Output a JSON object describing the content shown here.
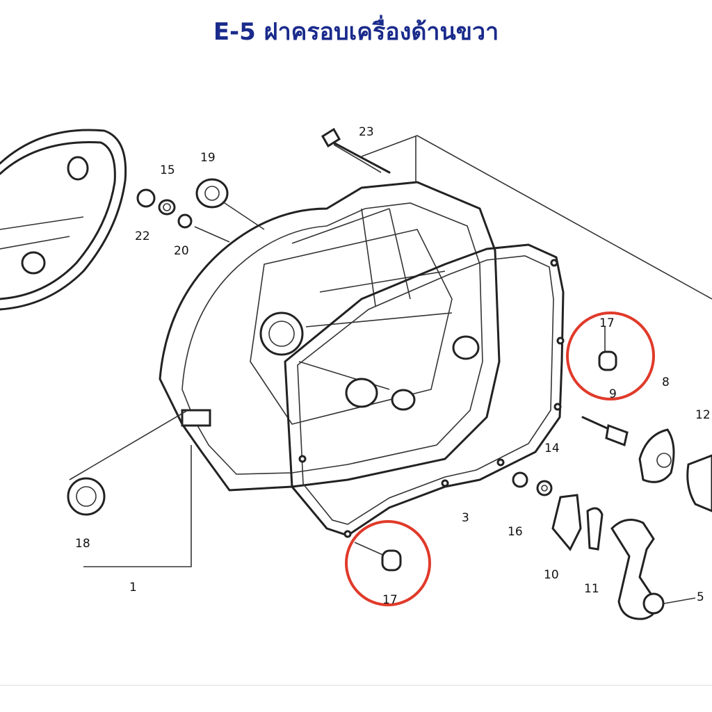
{
  "title": "E-5 ฝาครอบเครื่องด้านขวา",
  "colors": {
    "title": "#1a2b8c",
    "highlight": "#e03a2a",
    "line": "#222222"
  },
  "labels": {
    "p1": "1",
    "p3": "3",
    "p5": "5",
    "p8": "8",
    "p9": "9",
    "p10": "10",
    "p11": "11",
    "p12": "12",
    "p14": "14",
    "p15": "15",
    "p16": "16",
    "p17a": "17",
    "p17b": "17",
    "p18": "18",
    "p19": "19",
    "p20": "20",
    "p22": "22",
    "p23": "23"
  }
}
